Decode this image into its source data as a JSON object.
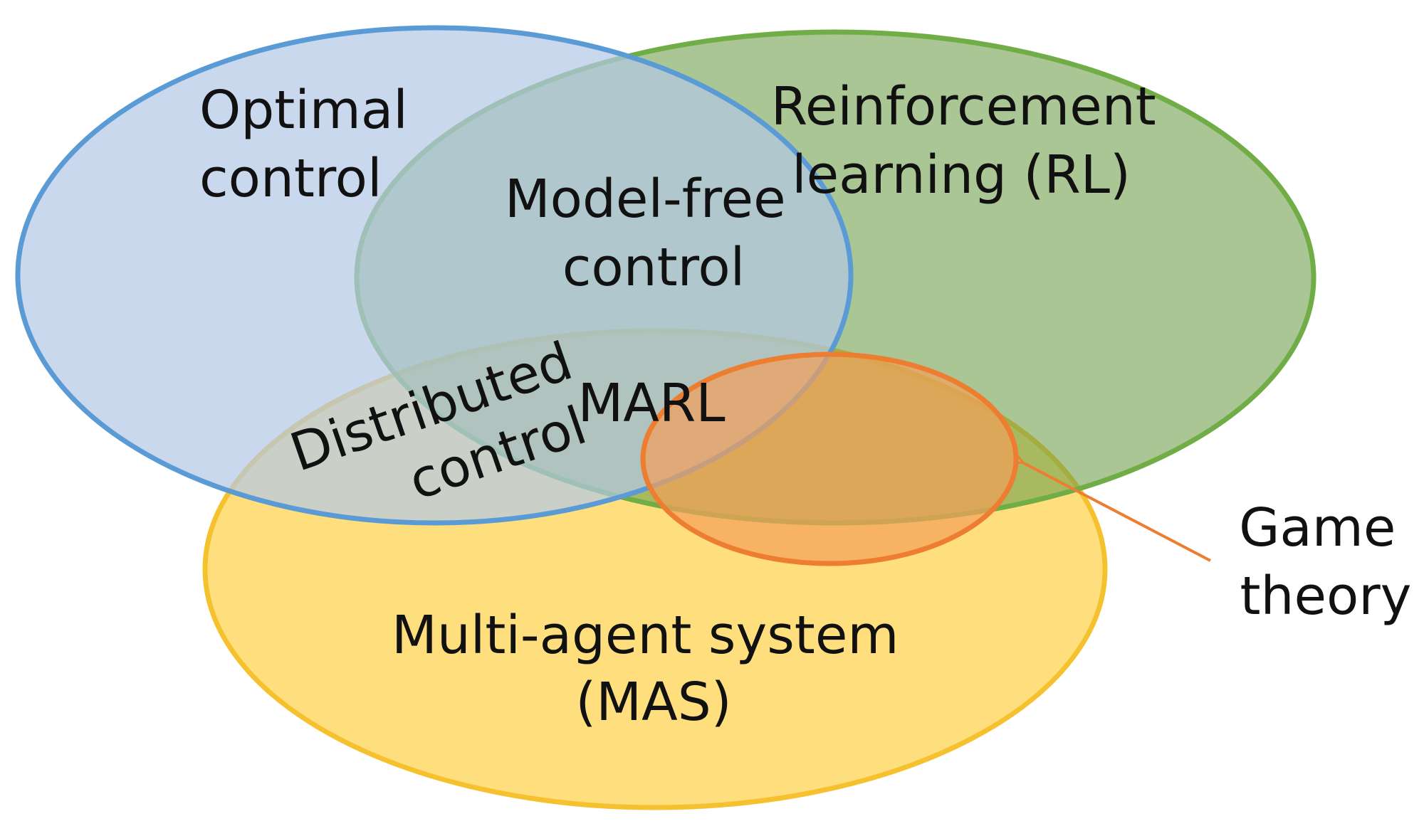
{
  "diagram": {
    "sets": {
      "optimal_control": {
        "lines": [
          "Optimal",
          "control"
        ],
        "fill": "#b4c7e7",
        "stroke": "#5b9bd5"
      },
      "reinforcement_learning": {
        "lines": [
          "Reinforcement",
          "learning (RL)"
        ],
        "fill": "#70a04c",
        "stroke": "#70ad47"
      },
      "multi_agent_system": {
        "lines": [
          "Multi-agent system",
          "(MAS)"
        ],
        "fill": "#ffd966",
        "stroke": "#f6c12f"
      },
      "game_theory": {
        "lines": [
          "Game",
          "theory"
        ],
        "fill": "#f4a058",
        "stroke": "#ed7d31"
      }
    },
    "intersections": {
      "model_free_control": [
        "Model-free",
        "control"
      ],
      "distributed_control": [
        "Distributed",
        "control"
      ],
      "marl": "MARL"
    },
    "arrow_color": "#ed7d31"
  }
}
